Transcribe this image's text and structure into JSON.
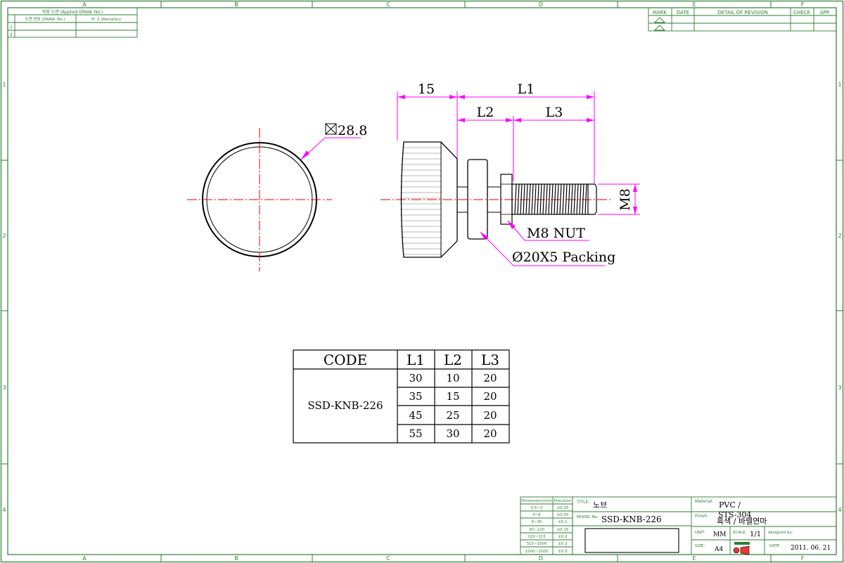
{
  "border": {
    "columns": [
      "A",
      "B",
      "C",
      "D",
      "E",
      "F"
    ],
    "rows": [
      "1",
      "2",
      "3",
      "4"
    ]
  },
  "applied_table": {
    "title": "적용 도면 (Applied DRAW. No.)",
    "col_drawing_no": "도면 번호 (DRAW. No.)",
    "col_remarks": "비 고 (Remarks)",
    "row_numbers": [
      "1",
      "2"
    ]
  },
  "revision_table": {
    "mark": "MARK",
    "date": "DATE",
    "detail": "DETAIL OF REVISION",
    "check": "CHECK",
    "app": "APP."
  },
  "dimensions": {
    "square_size": "28.8",
    "head_length": "15",
    "l1": "L1",
    "l2": "L2",
    "l3": "L3",
    "thread": "M8",
    "nut": "M8 NUT",
    "packing": "Ø20X5 Packing"
  },
  "code_table": {
    "headers": [
      "CODE",
      "L1",
      "L2",
      "L3"
    ],
    "code": "SSD-KNB-226",
    "rows": [
      [
        "30",
        "10",
        "20"
      ],
      [
        "35",
        "15",
        "20"
      ],
      [
        "45",
        "25",
        "20"
      ],
      [
        "55",
        "30",
        "20"
      ]
    ]
  },
  "tolerance_table": {
    "header_dimension": "Dimension(mm)",
    "header_precision": "Precision",
    "rows": [
      [
        "0.5~3",
        "±0.05"
      ],
      [
        "3~6",
        "±0.05"
      ],
      [
        "6~30",
        "±0.1"
      ],
      [
        "30~120",
        "±0.15"
      ],
      [
        "120~315",
        "±0.2"
      ],
      [
        "315~1000",
        "±0.3"
      ],
      [
        "1000~2000",
        "±0.5"
      ]
    ]
  },
  "title_block": {
    "title_label": "TITLE:",
    "title_value": "노브",
    "model_label": "MODEL No.",
    "model_value": "SSD-KNB-226",
    "material_label": "Material:",
    "material_value": "PVC /",
    "material_value2": "STS-304",
    "finish_label": "Finish:",
    "finish_value": "흑색 / 바렐연마",
    "unit_label": "UNIT:",
    "unit_value": "MM",
    "scale_label": "SCALE:",
    "scale_value": "1/1",
    "designed_label": "designed by:",
    "size_label": "SIZE:",
    "size_value": "A4",
    "date_label": "DATE :",
    "date_value": "2011. 06. 21"
  }
}
